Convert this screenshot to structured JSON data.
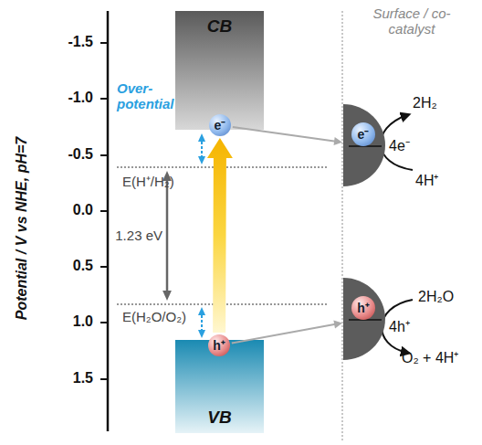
{
  "diagram": {
    "nodes": [
      {
        "text": [
          "CB"
        ]
      },
      {
        "text": [
          "e⁻"
        ],
        "in": 0
      },
      {
        "text": [
          "VB"
        ]
      },
      {
        "text": [
          "h⁺"
        ],
        "in": 2
      },
      {
        "text": [
          "e⁻"
        ]
      },
      {
        "text": [
          "h⁺"
        ]
      }
    ],
    "edges": [
      {
        "from": 3,
        "to": 1,
        "arrow": "to"
      },
      {
        "from": 1,
        "to": 4,
        "arrow": "to"
      },
      {
        "from": 3,
        "to": 5,
        "arrow": "to"
      }
    ],
    "labels": [
      "-1.5",
      "-1.0",
      "-0.5",
      "0.0",
      "0.5",
      "1.0",
      "1.5",
      "Potential / V vs NHE, pH=7",
      "Over- potential",
      "E(H⁺/H₂)",
      "1.23 eV",
      "E(H₂O/O₂)",
      "Surface / co-catalyst",
      "2H₂",
      "4e⁻",
      "4H⁺",
      "2H₂O",
      "4h⁺",
      "O₂ + 4H⁺"
    ]
  }
}
